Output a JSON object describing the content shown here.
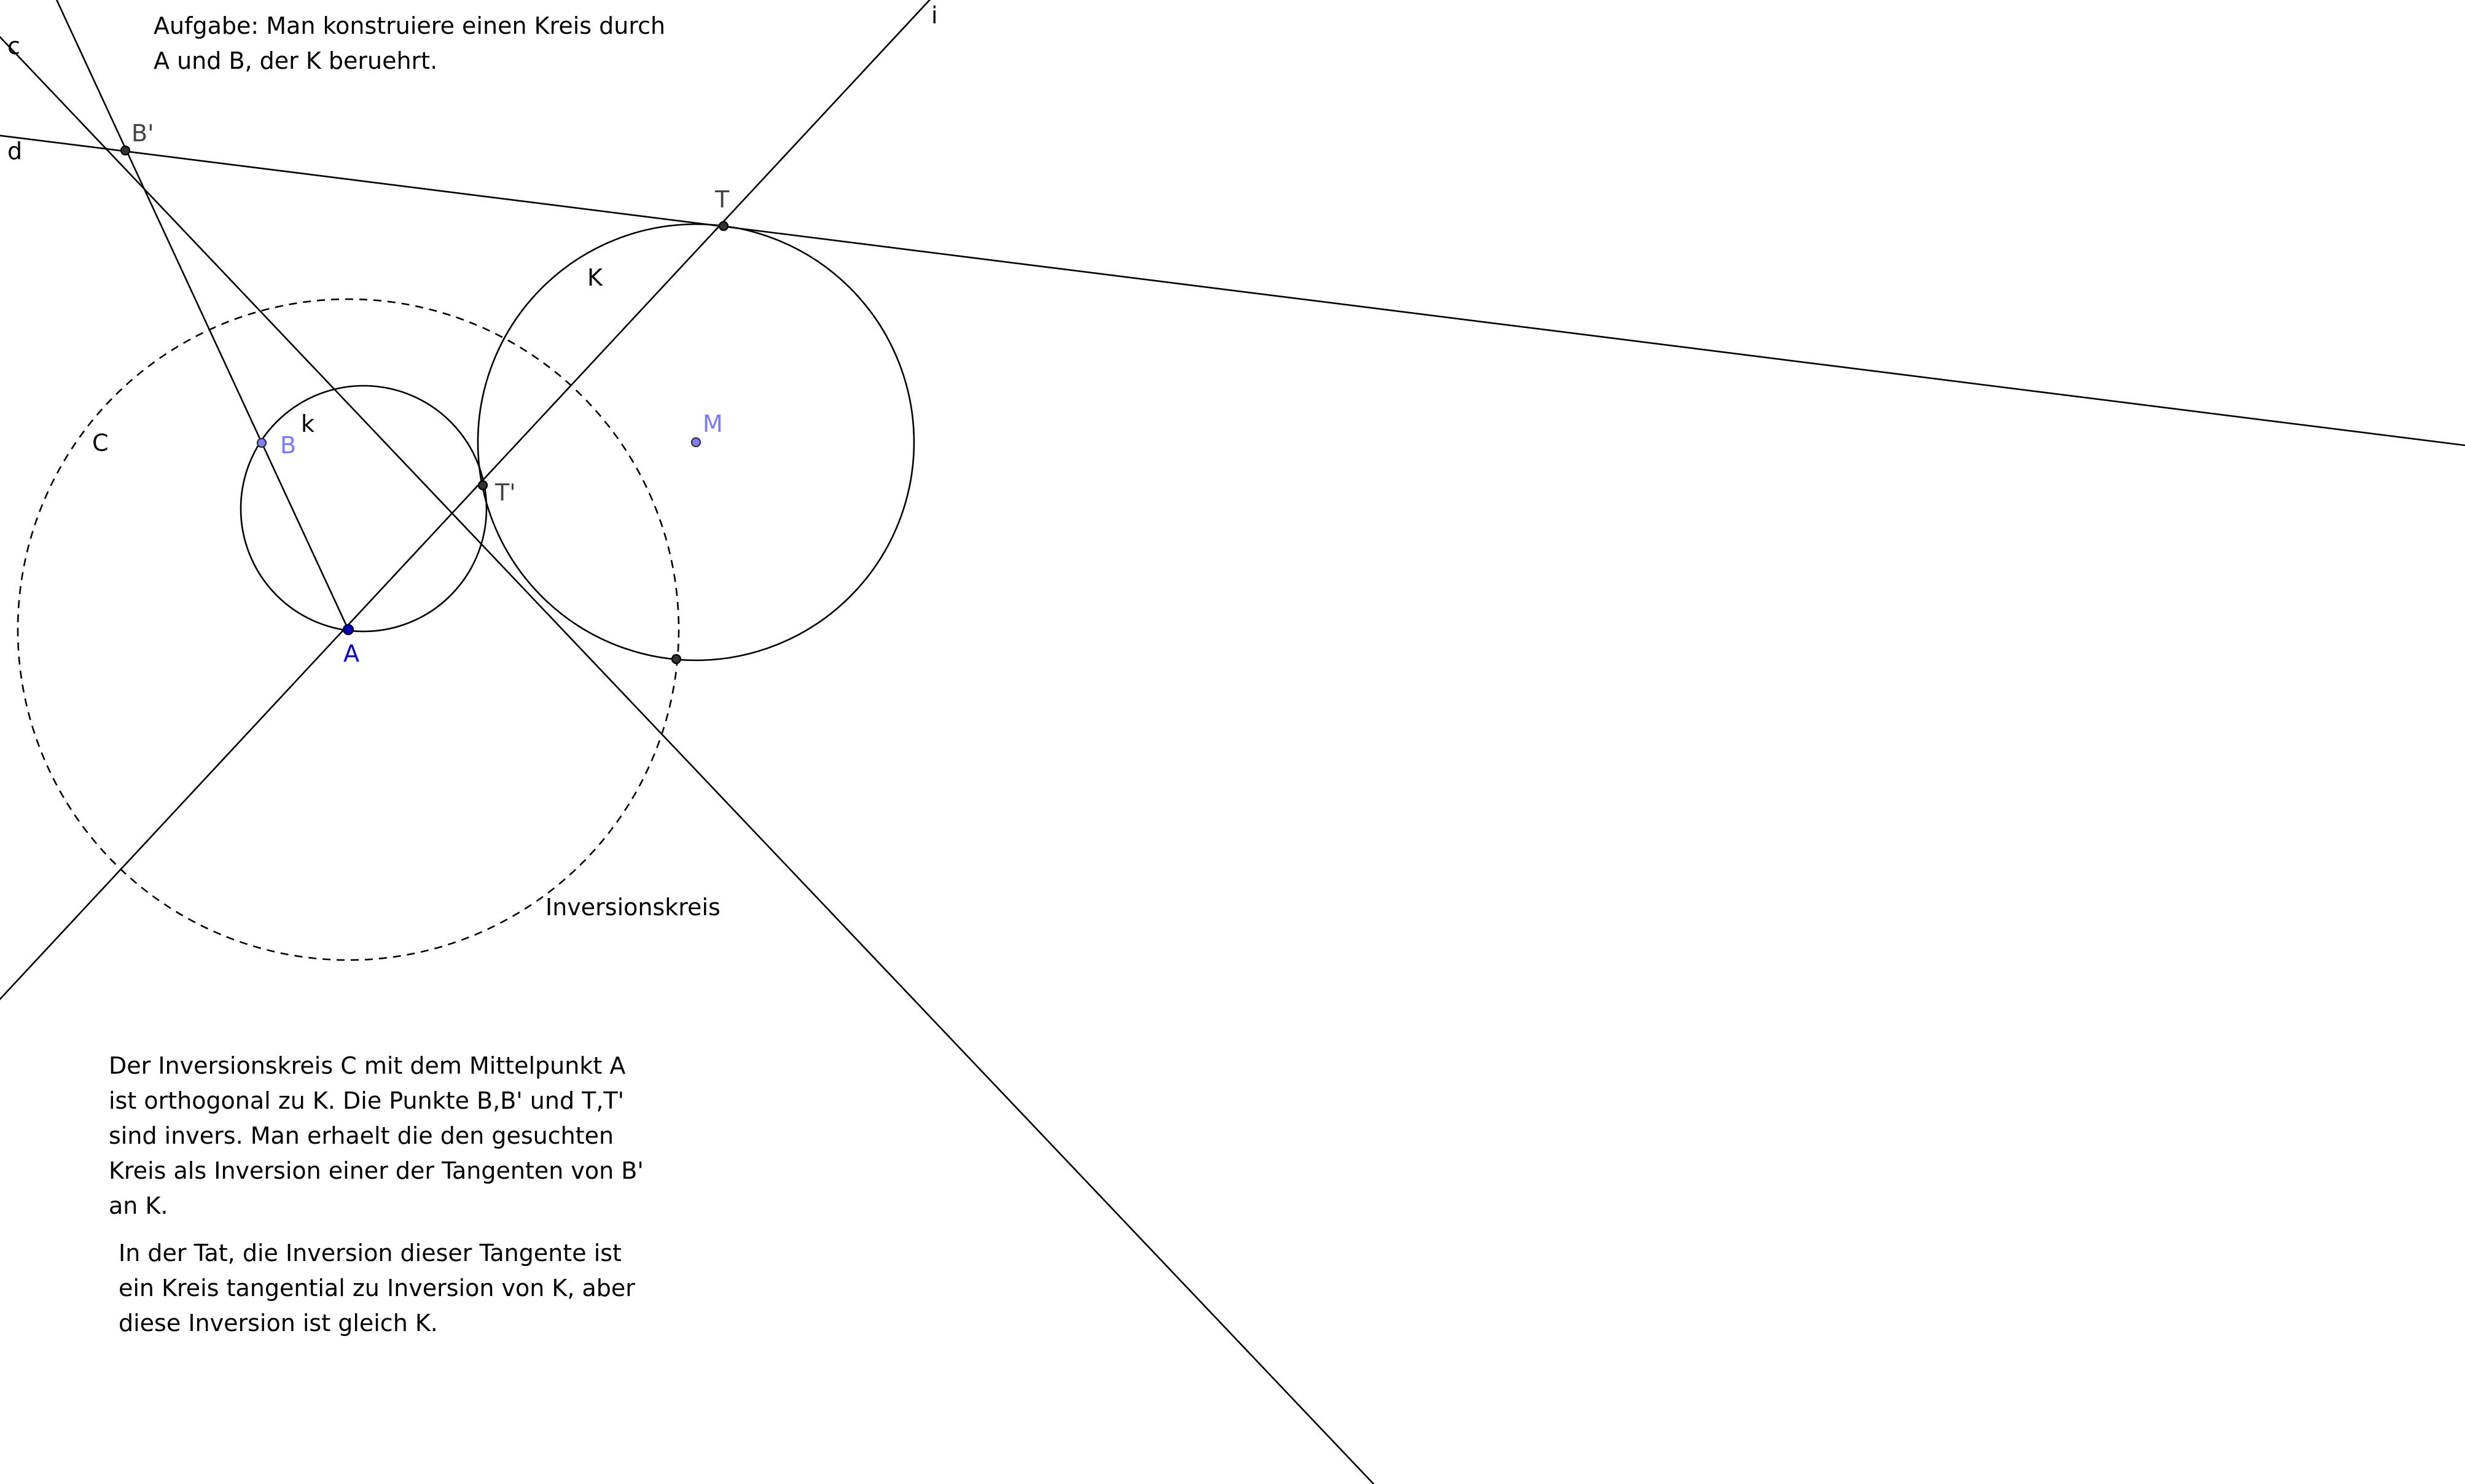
{
  "task": {
    "lines": [
      "Aufgabe: Man konstruiere einen Kreis durch",
      "A und B, der K beruehrt."
    ]
  },
  "explanation": {
    "lines": [
      "Der Inversionskreis C mit dem Mittelpunkt A",
      "ist orthogonal zu K.  Die Punkte B,B' und T,T'",
      "sind invers. Man erhaelt die den gesuchten",
      "Kreis als Inversion einer der Tangenten von B'",
      "an K."
    ]
  },
  "remark": {
    "lines": [
      "In der Tat, die Inversion dieser Tangente ist",
      "ein Kreis tangential zu Inversion von K, aber",
      "diese Inversion ist gleich K."
    ]
  },
  "labels": {
    "line_c": "c",
    "line_d": "d",
    "line_i": "i",
    "point_b_prime": "B'",
    "point_t": "T",
    "point_t_prime": "T'",
    "point_a": "A",
    "point_b": "B",
    "point_m": "M",
    "circle_k_big": "K",
    "circle_k_small": "k",
    "circle_c": "C",
    "inversion_circle": "Inversionskreis"
  },
  "colors": {
    "stroke": "#000000",
    "free_point": "#8080ff",
    "point_a": "#0000b3",
    "dependent_point": "#333333"
  }
}
